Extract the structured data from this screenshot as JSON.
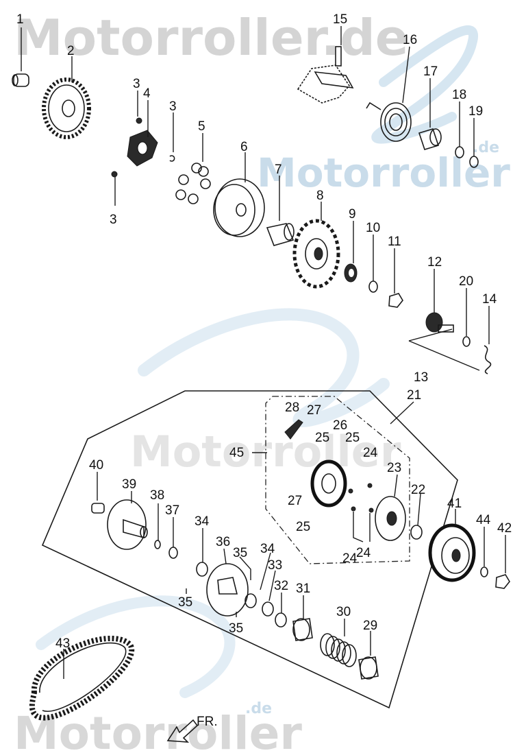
{
  "watermark": {
    "top_text": "Motorroller.de",
    "mid_text": "Motorroller",
    "mid_suffix": ".de",
    "bottom_text": "Motorroller",
    "bottom_suffix": ".de"
  },
  "direction_label": "FR.",
  "callouts": [
    "1",
    "2",
    "3",
    "3",
    "3",
    "4",
    "5",
    "6",
    "7",
    "8",
    "9",
    "10",
    "11",
    "12",
    "13",
    "14",
    "15",
    "16",
    "17",
    "18",
    "19",
    "20",
    "21",
    "22",
    "23",
    "24",
    "24",
    "24",
    "25",
    "25",
    "25",
    "26",
    "27",
    "27",
    "28",
    "29",
    "30",
    "31",
    "32",
    "33",
    "34",
    "34",
    "35",
    "35",
    "35",
    "36",
    "37",
    "38",
    "39",
    "40",
    "41",
    "42",
    "43",
    "44",
    "45"
  ]
}
